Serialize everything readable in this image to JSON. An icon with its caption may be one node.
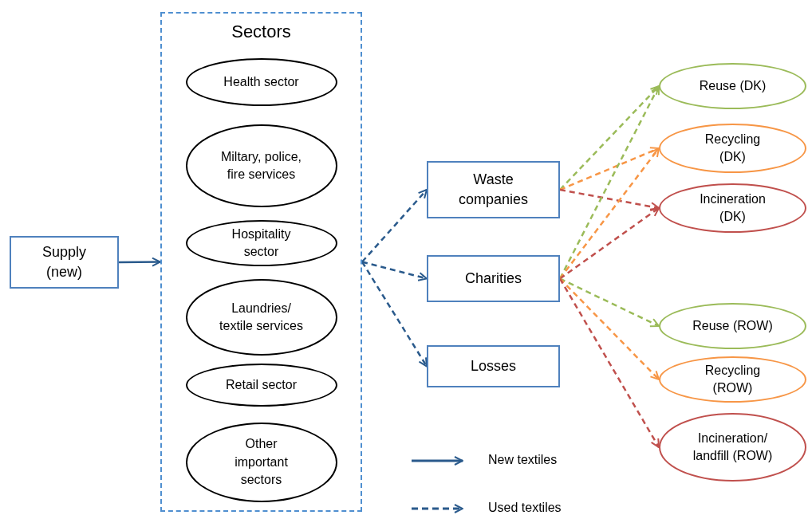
{
  "diagram": {
    "nodes": [
      {
        "text": [
          "Supply (new)"
        ]
      },
      {
        "text": [
          "Sectors"
        ]
      },
      {
        "text": [
          "Health sector"
        ],
        "in": 1
      },
      {
        "text": [
          "Miltary, police, fire services"
        ],
        "in": 1
      },
      {
        "text": [
          "Hospitality sector"
        ],
        "in": 1
      },
      {
        "text": [
          "Laundries/ textile services"
        ],
        "in": 1
      },
      {
        "text": [
          "Retail sector"
        ],
        "in": 1
      },
      {
        "text": [
          "Other important sectors"
        ],
        "in": 1
      },
      {
        "text": [
          "Waste companies"
        ]
      },
      {
        "text": [
          "Charities"
        ]
      },
      {
        "text": [
          "Losses"
        ]
      },
      {
        "text": [
          "Reuse (DK)"
        ]
      },
      {
        "text": [
          "Recycling (DK)"
        ]
      },
      {
        "text": [
          "Incineration (DK)"
        ]
      },
      {
        "text": [
          "Reuse (ROW)"
        ]
      },
      {
        "text": [
          "Recycling (ROW)"
        ]
      },
      {
        "text": [
          "Incineration/ landfill (ROW)"
        ]
      }
    ],
    "edges": [
      {
        "from": 0,
        "to": 1,
        "arrow": "to",
        "color": "#2a5a8c"
      },
      {
        "from": 1,
        "to": 8,
        "arrow": "to",
        "style": "dashed",
        "color": "#2a5a8c"
      },
      {
        "from": 1,
        "to": 9,
        "arrow": "to",
        "style": "dashed",
        "color": "#2a5a8c"
      },
      {
        "from": 1,
        "to": 10,
        "arrow": "to",
        "style": "dashed",
        "color": "#2a5a8c"
      },
      {
        "from": 8,
        "to": 11,
        "arrow": "to",
        "style": "dashed",
        "color": "#9bbb59"
      },
      {
        "from": 8,
        "to": 12,
        "arrow": "to",
        "style": "dashed",
        "color": "#f79646"
      },
      {
        "from": 8,
        "to": 13,
        "arrow": "to",
        "style": "dashed",
        "color": "#c0504d"
      },
      {
        "from": 9,
        "to": 11,
        "arrow": "to",
        "style": "dashed",
        "color": "#9bbb59"
      },
      {
        "from": 9,
        "to": 12,
        "arrow": "to",
        "style": "dashed",
        "color": "#f79646"
      },
      {
        "from": 9,
        "to": 13,
        "arrow": "to",
        "style": "dashed",
        "color": "#c0504d"
      },
      {
        "from": 9,
        "to": 14,
        "arrow": "to",
        "style": "dashed",
        "color": "#9bbb59"
      },
      {
        "from": 9,
        "to": 15,
        "arrow": "to",
        "style": "dashed",
        "color": "#f79646"
      },
      {
        "from": 9,
        "to": 16,
        "arrow": "to",
        "style": "dashed",
        "color": "#c0504d"
      }
    ],
    "legend": [
      {
        "text": "New textiles"
      },
      {
        "text": "Used textiles"
      }
    ]
  }
}
